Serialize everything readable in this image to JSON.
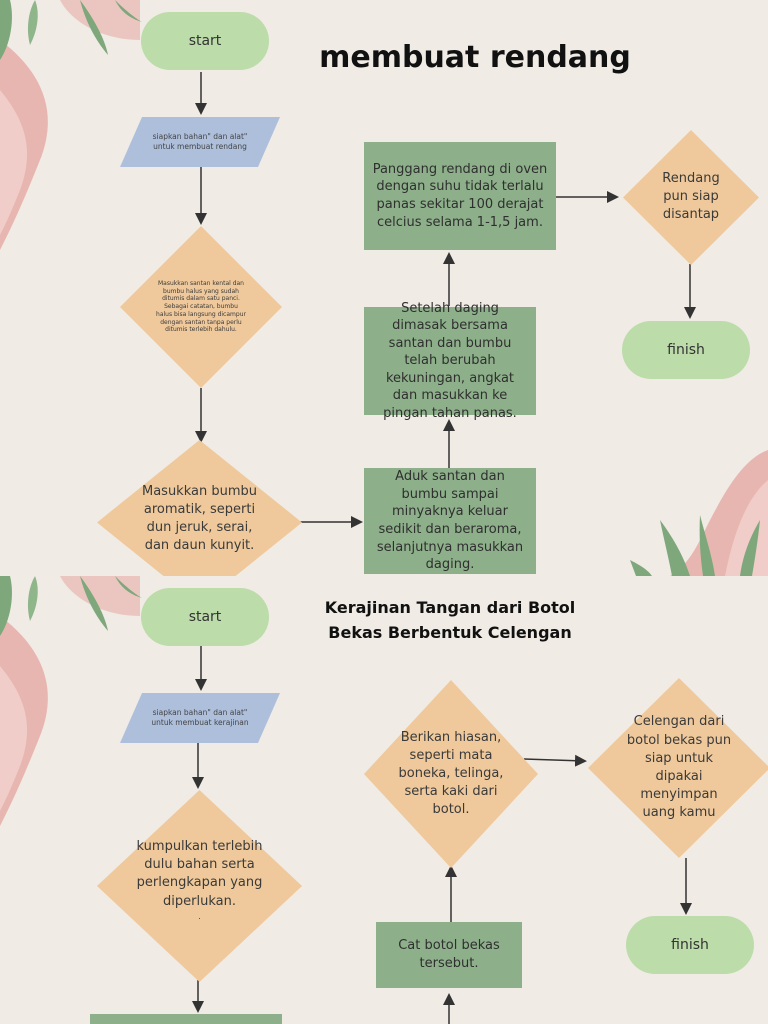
{
  "diagram1": {
    "title": "membuat rendang",
    "start": "start",
    "step1": "siapkan bahan\" dan alat\" untuk membuat rendang",
    "step2": "Masukkan santan kental dan bumbu halus yang sudah ditumis dalam satu panci. Sebagai catatan, bumbu halus bisa langsung dicampur dengan santan tanpa perlu ditumis terlebih dahulu.",
    "step3": "Masukkan bumbu aromatik, seperti dun jeruk, serai, dan daun kunyit.",
    "step4": "Aduk santan dan bumbu sampai minyaknya keluar sedikit dan beraroma, selanjutnya masukkan daging.",
    "step5": "Setelah daging dimasak bersama santan dan bumbu telah berubah kekuningan, angkat dan masukkan ke pingan tahan panas.",
    "step6": "Panggang rendang di oven dengan suhu tidak terlalu panas sekitar 100 derajat celcius selama 1-1,5 jam.",
    "step7": "Rendang pun siap disantap",
    "finish": "finish"
  },
  "diagram2": {
    "title": "Kerajinan Tangan dari Botol Bekas Berbentuk Celengan",
    "start": "start",
    "step1": "siapkan bahan\" dan alat\" untuk membuat kerajinan",
    "step2": "kumpulkan terlebih dulu bahan serta perlengkapan yang diperlukan.",
    "step2_note": ".",
    "step3": "Cat botol bekas tersebut.",
    "step4": "Berikan hiasan, seperti mata boneka, telinga, serta kaki dari botol.",
    "step5": "Celengan dari botol bekas pun siap untuk dipakai menyimpan uang kamu",
    "finish": "finish"
  },
  "colors": {
    "background": "#f0ebe5",
    "terminal": "#bcdcaa",
    "process": "#8db08a",
    "decision": "#efc99b",
    "io": "#aebfdc",
    "leaf": "#7fa77c",
    "pink": "#e8b6b0"
  }
}
